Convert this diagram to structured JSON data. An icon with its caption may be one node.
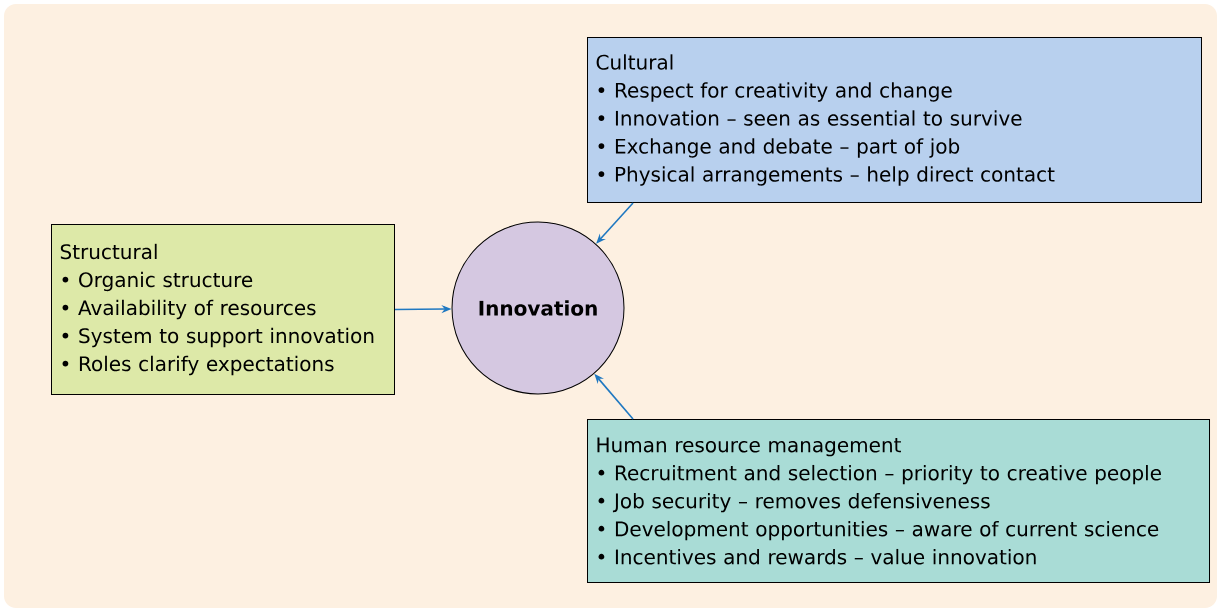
{
  "diagram": {
    "nodes": [
      {
        "text": [
          "Structural",
          "• Organic structure",
          "• Availability of resources",
          "• System to support innovation",
          "• Roles clarify expectations"
        ]
      },
      {
        "text": [
          "Innovation"
        ]
      },
      {
        "text": [
          "Cultural",
          "• Respect for creativity and change",
          "• Innovation – seen as essential to survive",
          "• Exchange and debate – part of job",
          "• Physical arrangements – help direct contact"
        ]
      },
      {
        "text": [
          "Human resource management",
          "• Recruitment and selection – priority to creative people",
          "• Job security – removes defensiveness",
          "• Development opportunities – aware of current science",
          "• Incentives and rewards – value innovation"
        ]
      }
    ],
    "edges": [
      {
        "from": 0,
        "to": 1,
        "arrow": "to"
      },
      {
        "from": 2,
        "to": 1,
        "arrow": "to"
      },
      {
        "from": 3,
        "to": 1,
        "arrow": "to"
      }
    ]
  }
}
